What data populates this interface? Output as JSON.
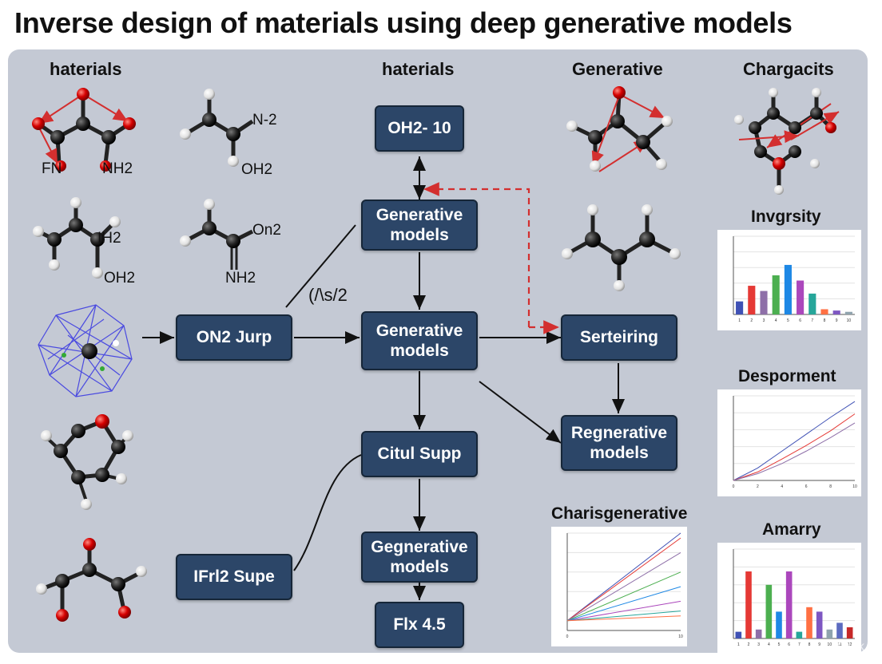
{
  "title": "Inverse design of materials using deep generative models",
  "headers": {
    "col1": "haterials",
    "col3": "haterials",
    "col4": "Generative",
    "col5": "Chargacits"
  },
  "molecule_labels": {
    "m1_left": "FN",
    "m1_right": "NH2",
    "m2_top": "N-2",
    "m2_bottom": "OH2",
    "m3_mid": "IH2",
    "m3_bottom": "OH2",
    "m4_top": "On2",
    "m4_bottom": "NH2"
  },
  "nodes": {
    "top": "OH2- 10",
    "gen1": "Generative models",
    "gen2": "Generative models",
    "left_mid": "ON2 Jurp",
    "citul": "Citul Supp",
    "gegen": "Gegnerative models",
    "flx": "Flx 4.5",
    "ifrl": "IFrl2 Supe",
    "serteiring": "Serteiring",
    "regen": "Regnerative models"
  },
  "edge_label": "(/\\s/2",
  "charts": {
    "inv": "Invgrsity",
    "desp": "Desporment",
    "charis": "Charisgenerative",
    "amary": "Amarry"
  },
  "colors": {
    "node_fill": "#2c4668",
    "panel": "#c4c9d4",
    "dashed": "#d32f2f"
  },
  "watermark": "Grok",
  "chart_data": [
    {
      "type": "bar",
      "title": "Invgrsity",
      "categories": [
        "1",
        "2",
        "3",
        "4",
        "5",
        "6",
        "7",
        "8",
        "9",
        "10"
      ],
      "values": [
        5,
        11,
        9,
        15,
        19,
        13,
        8,
        2,
        1.5,
        1
      ],
      "ylim": [
        0,
        30
      ]
    },
    {
      "type": "line",
      "title": "Desporment",
      "x": [
        0,
        2,
        4,
        6,
        8,
        10
      ],
      "series": [
        {
          "values": [
            0,
            22,
            52,
            82,
            112,
            140
          ]
        },
        {
          "values": [
            0,
            15,
            38,
            62,
            88,
            118
          ]
        },
        {
          "values": [
            0,
            12,
            30,
            52,
            76,
            102
          ]
        }
      ],
      "xlim": [
        0,
        10
      ],
      "ylim": [
        0,
        150
      ]
    },
    {
      "type": "line",
      "title": "Charisgenerative",
      "x": [
        0,
        10
      ],
      "series": [
        {
          "values": [
            10,
            100
          ]
        },
        {
          "values": [
            10,
            95
          ]
        },
        {
          "values": [
            10,
            80
          ]
        },
        {
          "values": [
            10,
            60
          ]
        },
        {
          "values": [
            10,
            45
          ]
        },
        {
          "values": [
            10,
            30
          ]
        },
        {
          "values": [
            10,
            20
          ]
        },
        {
          "values": [
            10,
            15
          ]
        }
      ],
      "xlim": [
        0,
        10
      ],
      "ylim": [
        0,
        100
      ]
    },
    {
      "type": "bar",
      "title": "Amarry",
      "categories": [
        "1",
        "2",
        "3",
        "4",
        "5",
        "6",
        "7",
        "8",
        "9",
        "10",
        "11",
        "12"
      ],
      "values": [
        3,
        30,
        4,
        24,
        12,
        30,
        3,
        14,
        12,
        4,
        7,
        5
      ],
      "ylim": [
        0,
        40
      ]
    }
  ]
}
